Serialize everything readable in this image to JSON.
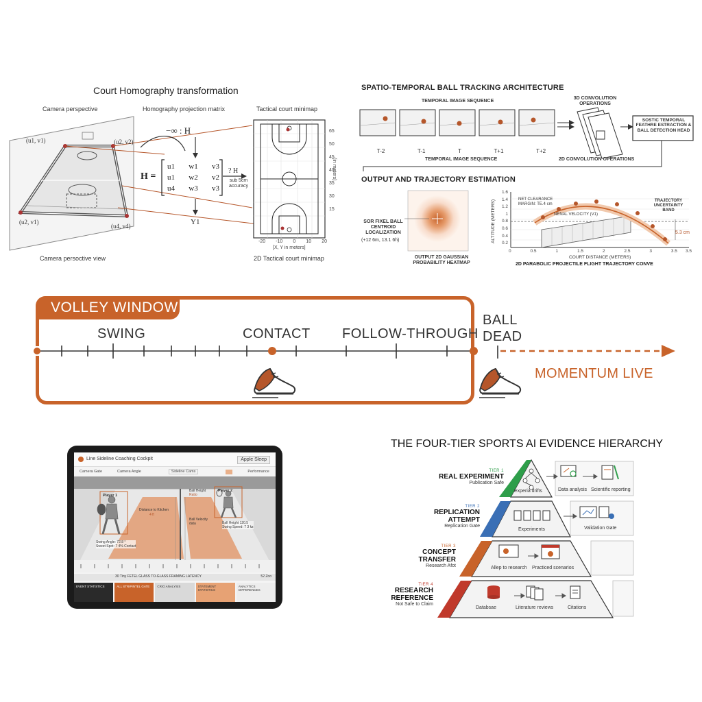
{
  "homography": {
    "title": "Court Homography transformation",
    "camera_label": "Camera perspective",
    "matrix_label": "Homography projection matrix",
    "minimap_label": "Tactical court minimap",
    "corner_tl": "(u1, v1)",
    "corner_tr": "(u2, v2)",
    "corner_bl": "(u2, v1)",
    "corner_br": "(u4, v4)",
    "inverse_label": "−∞ : H",
    "matrix_lhs": "H =",
    "matrix_rows": [
      [
        "u1",
        "w1",
        "v3"
      ],
      [
        "u1",
        "w2",
        "v2"
      ],
      [
        "u4",
        "w3",
        "v3"
      ]
    ],
    "scale_label": "? H",
    "accuracy_label": "sub 5cm accuracy",
    "y_label": "Y1",
    "y_axis": [
      "65",
      "50",
      "45",
      "40",
      "35",
      "30",
      "15"
    ],
    "x_axis": [
      "-20",
      "-10",
      "0",
      "10",
      "20"
    ],
    "axis_unit": "[X, Y in meters]",
    "y_axis_title": "(in meters)",
    "bottom_left": "Camera persoctive view",
    "bottom_right": "2D Tactical court minimap"
  },
  "tracking": {
    "title": "SPATIO-TEMPORAL BALL TRACKING ARCHITECTURE",
    "seq_title": "TEMPORAL IMAGE SEQUENCE",
    "seq_bottom": "TEMPORAL IMAGE SEQUENCE",
    "frames": [
      "T-2",
      "T-1",
      "T",
      "T+1",
      "T+2"
    ],
    "conv_top": "3D CONVOLUTION OPERATIONS",
    "conv_bottom": "2D CONVOLUTION OPERATIONS",
    "feature_box": "SOSTIC TEMPORAL FEATHRE ESTRACTION & BALL DETECTION HEAD",
    "output_title": "OUTPUT AND TRAJECTORY ESTIMATION",
    "subpixel_label": "SOR FIXEL BALL CENTROID LOCALIZATION",
    "subpixel_sub": "(+12 6m, 13.1 6h)",
    "heatmap_label": "OUTPUT 2D GAUSSIAN PROBABILITY HEATMAP",
    "net_clearance": "NET CLEARANCE MARGIN: TE.4 cm",
    "velocity": "NENAL VELOCITY (V1)",
    "uncertainty": "TRAJECTORY UNCERTAINTY BAND",
    "band_value": "5.3 cm",
    "y_title": "ALTITUDE (METERS)",
    "x_title": "COURT DISTANCE (METERS)",
    "chart_caption": "2D PARABOLIC PROJECTILE FLIGHT TRAJECTORY CONVE",
    "x_ticks": [
      "0",
      "0.5",
      "1",
      "1.5",
      "2",
      "2.5",
      "3",
      "3.5"
    ],
    "x_ticks_right": "3.5",
    "y_ticks": [
      "1.6",
      "1.4",
      "1.2",
      "1",
      "0.8",
      "0.6",
      "0.4",
      "0.2"
    ]
  },
  "timeline": {
    "window_label": "VOLLEY WINDOW",
    "phases": [
      "SWING",
      "CONTACT",
      "FOLLOW-THROUGH"
    ],
    "ball_dead_1": "BALL",
    "ball_dead_2": "DEAD",
    "momentum": "MOMENTUM LIVE"
  },
  "tablet": {
    "app_title": "Line Sideline Coaching Cockpit",
    "app_button": "Apple Sleep",
    "tabs": [
      "Camera Gate",
      "Camera Angle",
      "Sideline Cams",
      "Performance"
    ],
    "player1": "Player 1",
    "player2": "Player 2",
    "p1_stat_1": "Swing Angle: 72.8 °",
    "p1_stat_2": "Sweet Spot: 7 4% Contact",
    "center_stat": "Distance to Kitchen",
    "center_val": "4 ft",
    "p2_stat_top_1": "Ball Height",
    "p2_stat_top_2": "Ratio",
    "p2_mid_1": "Ball Velocity",
    "p2_mid_2": "data",
    "p2_stat_1": "Ball Height 120.5",
    "p2_stat_2": "Swing Speed: 7 3 kz",
    "footer_bar": "30 Tiny FETEL GLASS TO-GLASS FRAMING LATENCY",
    "footer_right": "52 Zoo",
    "bottom_cells": [
      "EVENT STATISTICS",
      "ALL STRIPINTEL GATE",
      "CRIG ANALYSIS",
      "STATEMENT STATISTICS",
      "ANALYTICS DIFFERENCES"
    ]
  },
  "hierarchy": {
    "title": "THE FOUR-TIER SPORTS AI EVIDENCE HIERARCHY",
    "tiers": [
      {
        "num": "TIER 1",
        "name": "REAL EXPERIMENT",
        "gate": "Publication Safe",
        "items": [
          "Experia drifts",
          "Data analysis",
          "Scientific reporting"
        ],
        "color": "#2e9e4a"
      },
      {
        "num": "TIER 2",
        "name": "REPLICATION ATTEMPT",
        "gate": "Replication Gate",
        "items": [
          "Experiments",
          "Validation Gate"
        ],
        "color": "#3a6fb5"
      },
      {
        "num": "TIER 3",
        "name": "CONCEPT TRANSFER",
        "gate": "Research Afot",
        "items": [
          "Allep to research",
          "Practiced scenarios"
        ],
        "color": "#c8632a"
      },
      {
        "num": "TIER 4",
        "name": "RESEARCH REFERENCE",
        "gate": "Not Safe to Claim",
        "items": [
          "Databsae",
          "Literature reviews",
          "Citations"
        ],
        "color": "#c0392b"
      }
    ]
  }
}
